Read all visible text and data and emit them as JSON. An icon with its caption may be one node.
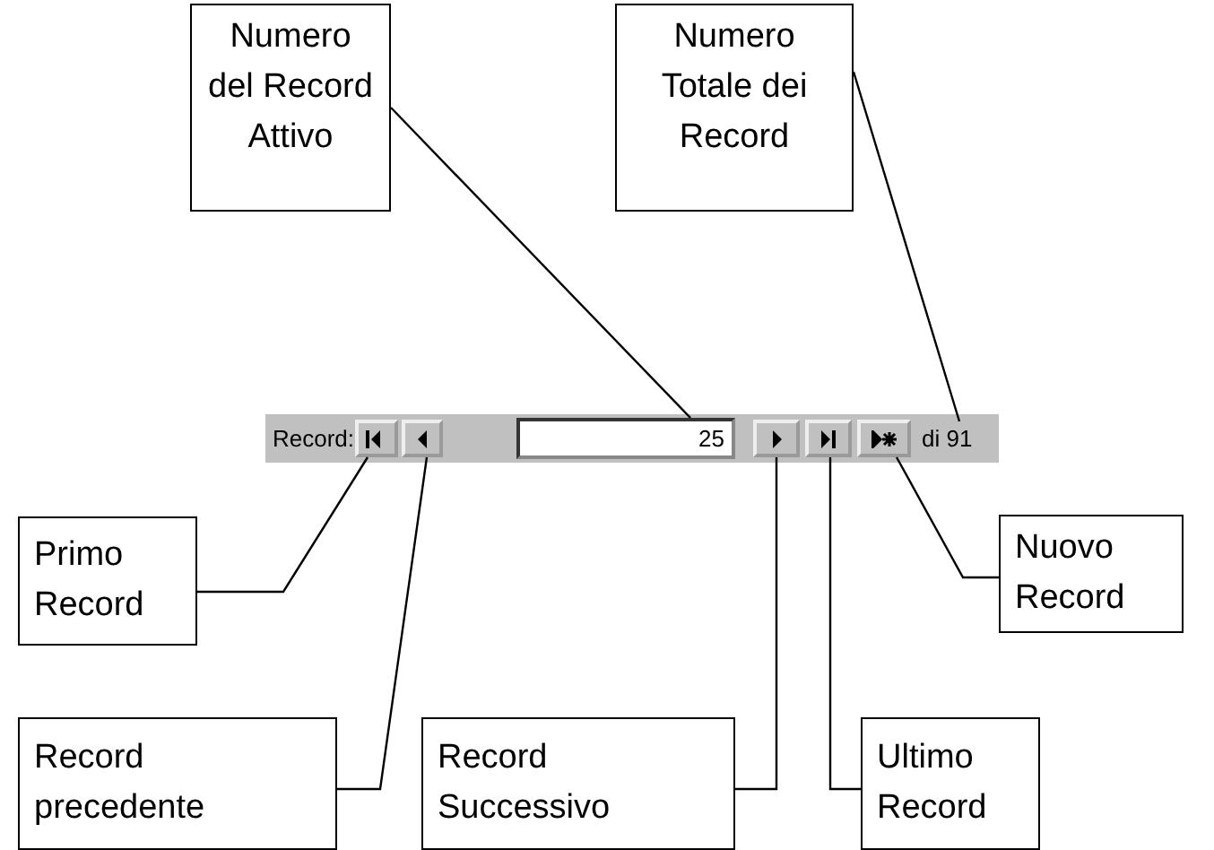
{
  "diagram": {
    "nodes": [
      {
        "text": [
          "Numero del Record Attivo"
        ]
      },
      {
        "text": [
          "Numero Totale dei Record"
        ]
      },
      {
        "text": [],
        "shape": "bar"
      },
      {
        "text": [],
        "shape": "box",
        "in": 2
      },
      {
        "text": [],
        "shape": "box",
        "in": 2
      },
      {
        "text": [
          "25"
        ],
        "in": 2
      },
      {
        "text": [],
        "shape": "box",
        "in": 2
      },
      {
        "text": [],
        "shape": "box",
        "in": 2
      },
      {
        "text": [],
        "shape": "box",
        "in": 2
      },
      {
        "text": [
          "di 91"
        ],
        "in": 2
      },
      {
        "text": [
          "Primo Record"
        ]
      },
      {
        "text": [
          "Nuovo Record"
        ]
      },
      {
        "text": [
          "Record precedente"
        ]
      },
      {
        "text": [
          "Record Successivo"
        ]
      },
      {
        "text": [
          "Ultimo Record"
        ]
      }
    ],
    "edges": [
      {
        "from": 0,
        "to": 5,
        "arrow": "none"
      },
      {
        "from": 1,
        "to": 9,
        "arrow": "none"
      },
      {
        "from": 10,
        "to": 3,
        "arrow": "none"
      },
      {
        "from": 11,
        "to": 8,
        "arrow": "none"
      },
      {
        "from": 12,
        "to": 4,
        "arrow": "none"
      },
      {
        "from": 13,
        "to": 6,
        "arrow": "none"
      },
      {
        "from": 14,
        "to": 7,
        "arrow": "none"
      }
    ],
    "labels": [
      "Record:"
    ]
  }
}
